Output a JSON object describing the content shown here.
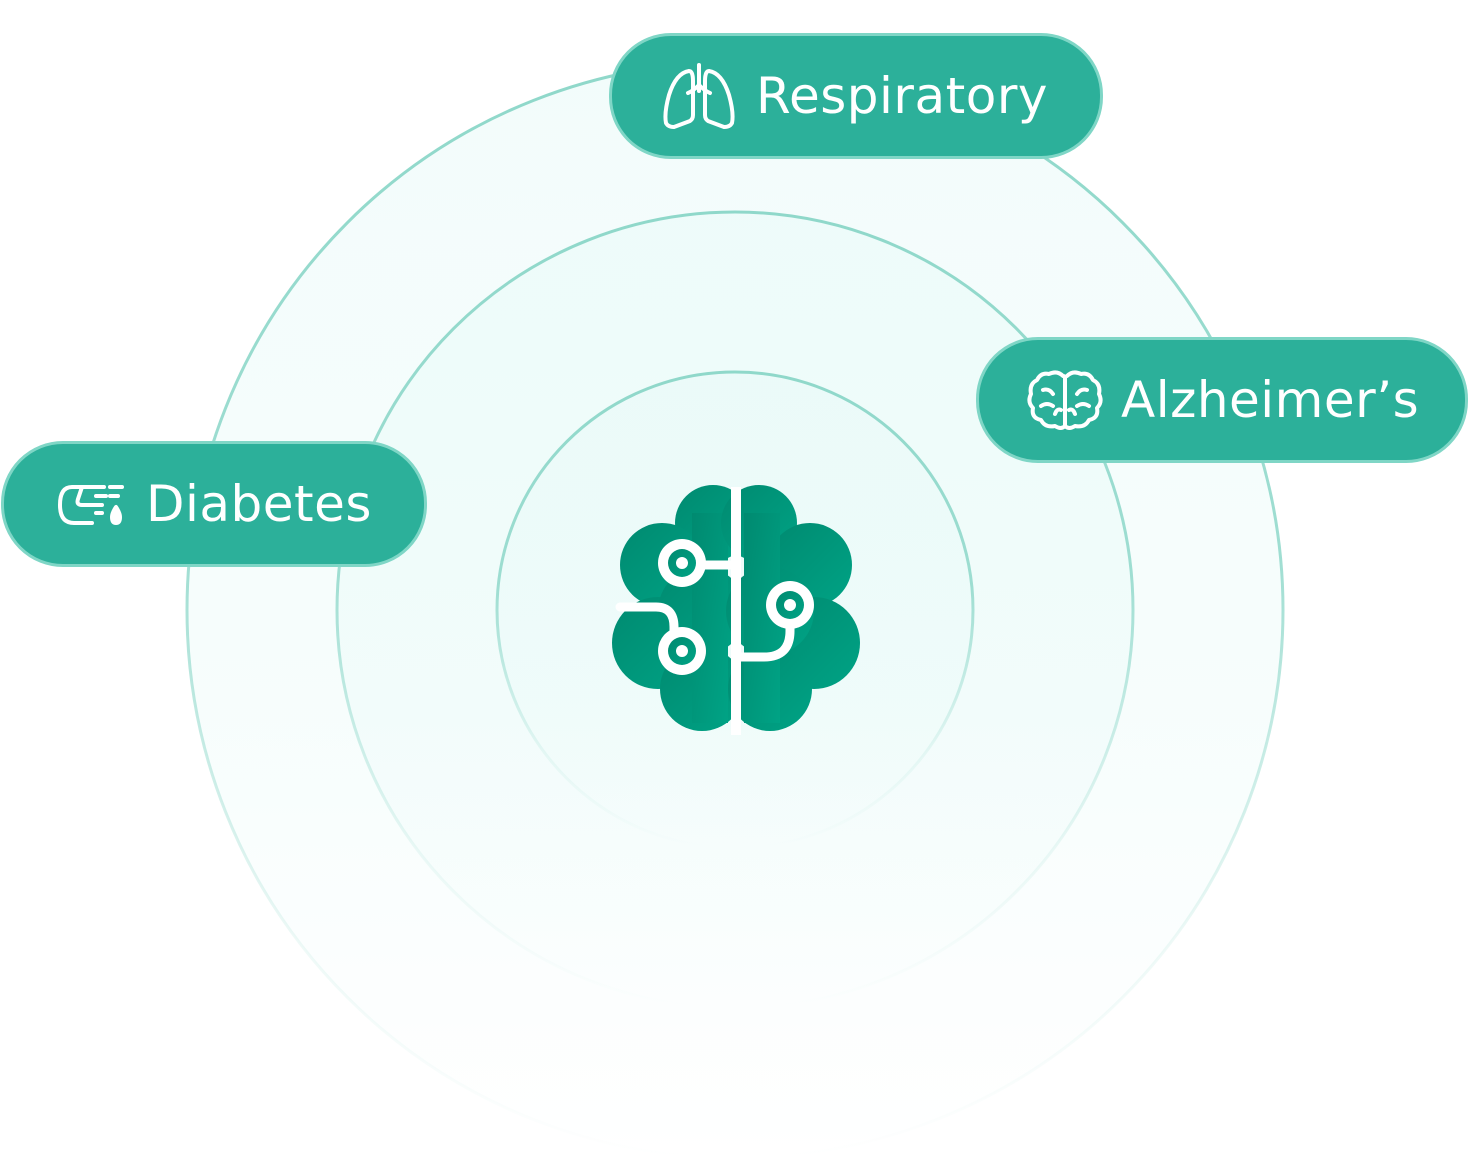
{
  "colors": {
    "pill_fill": "#2cb09a",
    "pill_border": "#7fd6c6",
    "ring_stroke": "#8fd8ca",
    "ring_fill": "#e8faf8",
    "brain_dark": "#008a70",
    "brain_light": "#00a385"
  },
  "center": {
    "icon": "brain-circuit-icon"
  },
  "categories": [
    {
      "id": "respiratory",
      "label": "Respiratory",
      "icon": "lungs-icon"
    },
    {
      "id": "alzheimers",
      "label": "Alzheimer’s",
      "icon": "brain-icon"
    },
    {
      "id": "diabetes",
      "label": "Diabetes",
      "icon": "finger-blood-drop-icon"
    }
  ]
}
